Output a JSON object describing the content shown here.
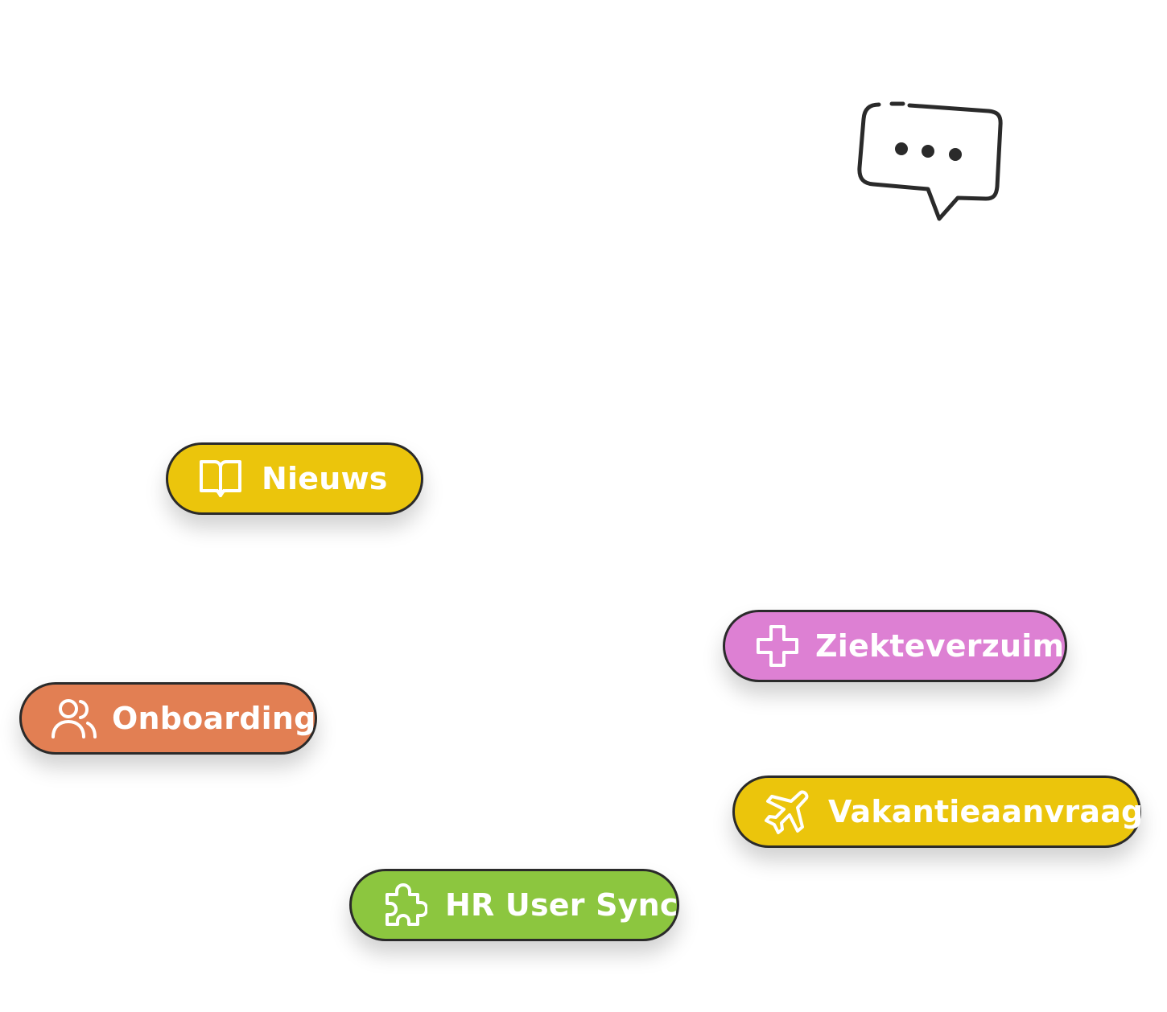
{
  "chat_bubble": {
    "icon": "chat-bubble-ellipsis-icon",
    "stroke_color": "#2a2a2a"
  },
  "pills": [
    {
      "id": "nieuws",
      "label": "Nieuws",
      "icon": "open-book-icon",
      "color": "#ebc50c"
    },
    {
      "id": "ziekteverzuim",
      "label": "Ziekteverzuim",
      "icon": "medical-cross-icon",
      "color": "#dd80d3"
    },
    {
      "id": "onboarding",
      "label": "Onboarding",
      "icon": "users-icon",
      "color": "#e27f53"
    },
    {
      "id": "vakantieaanvraag",
      "label": "Vakantieaanvraag",
      "icon": "airplane-icon",
      "color": "#ebc50c"
    },
    {
      "id": "hr-user-sync",
      "label": "HR User Sync",
      "icon": "puzzle-piece-icon",
      "color": "#8cc63f"
    }
  ],
  "border_color": "#2a2a2a"
}
